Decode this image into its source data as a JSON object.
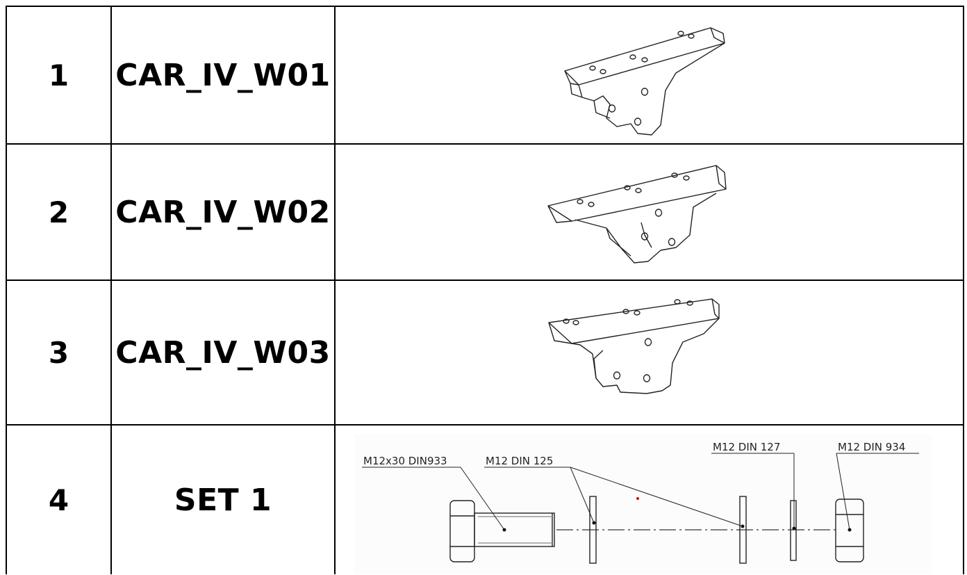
{
  "parts": [
    {
      "number": "1",
      "name": "CAR_IV_W01",
      "drawing": "bracket-w01"
    },
    {
      "number": "2",
      "name": "CAR_IV_W02",
      "drawing": "bracket-w02"
    },
    {
      "number": "3",
      "name": "CAR_IV_W03",
      "drawing": "bracket-w03"
    },
    {
      "number": "4",
      "name": "SET 1",
      "drawing": "bolt-set",
      "callouts": {
        "bolt": "M12x30 DIN933",
        "washer": "M12 DIN 125",
        "spring_washer": "M12 DIN 127",
        "nut": "M12 DIN 934"
      }
    }
  ]
}
